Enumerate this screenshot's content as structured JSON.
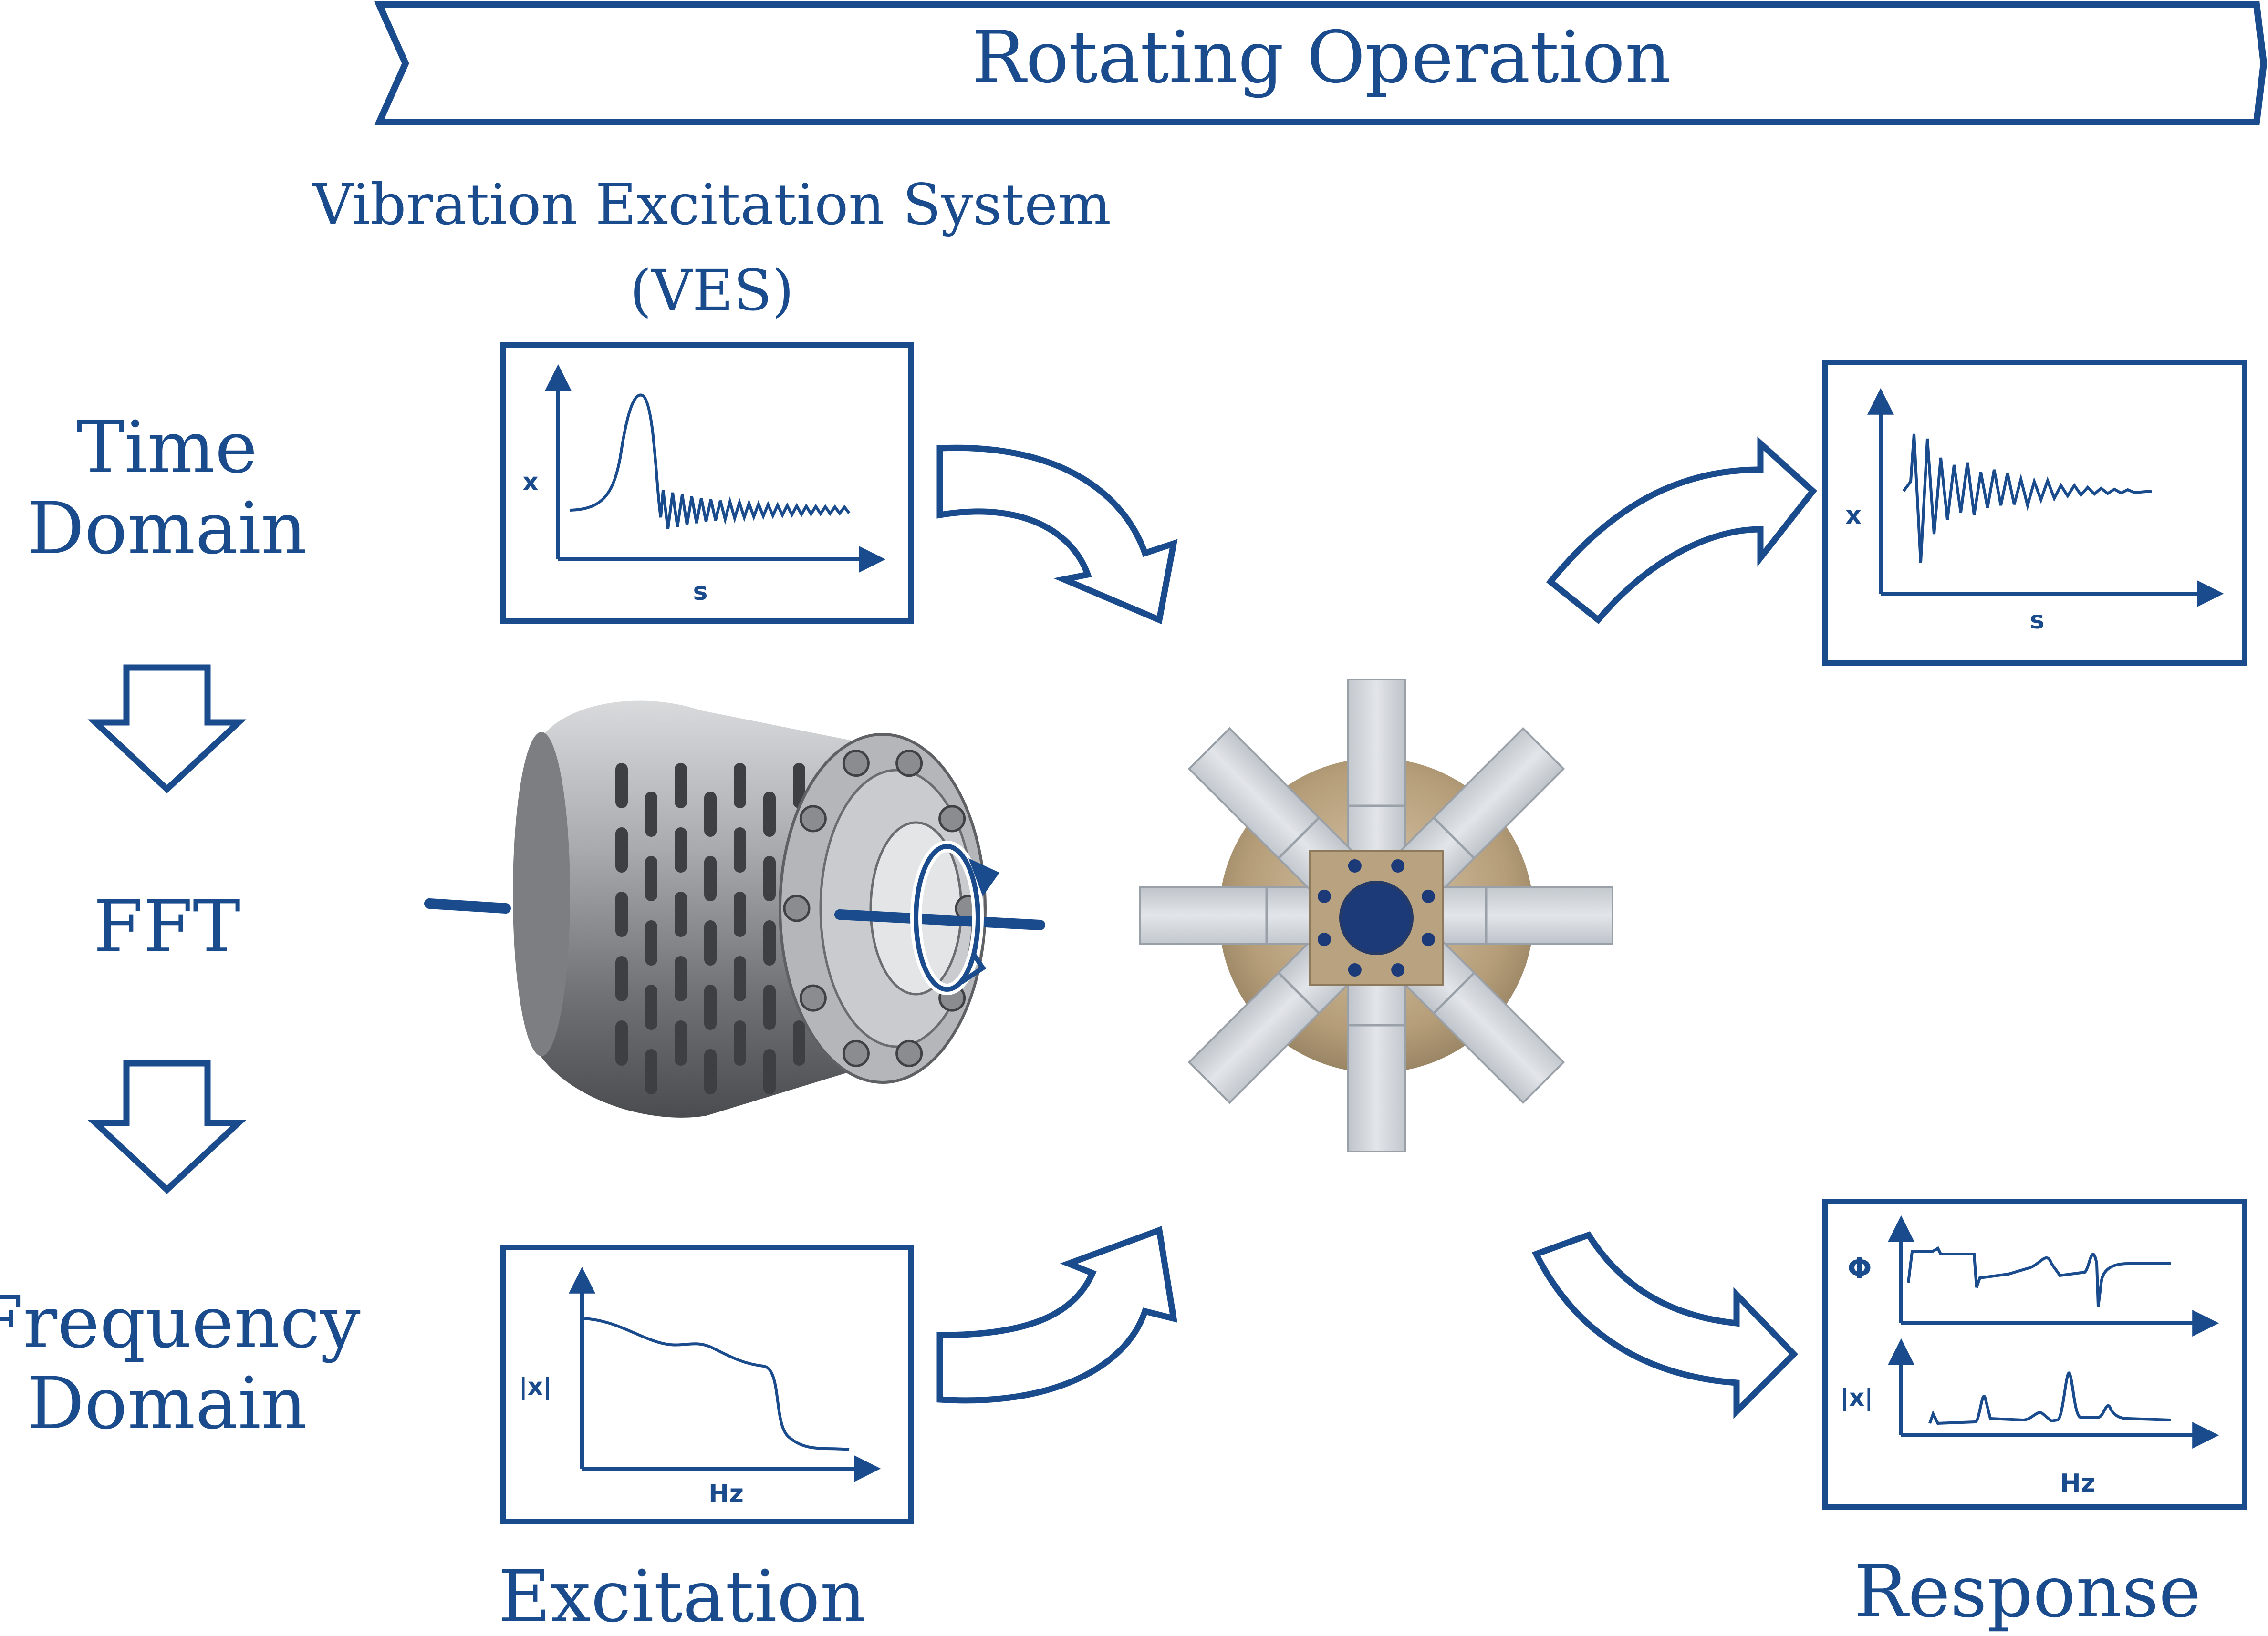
{
  "banner": {
    "text": "Rotating Operation"
  },
  "ves": {
    "line1": "Vibration Excitation System",
    "line2": "(VES)"
  },
  "left_column": {
    "time_line1": "Time",
    "time_line2": "Domain",
    "fft": "FFT",
    "freq_line1": "Frequency",
    "freq_line2": "Domain"
  },
  "captions": {
    "excitation": "Excitation",
    "response": "Response"
  },
  "plots": {
    "exc_time": {
      "ylabel": "x",
      "xlabel": "s"
    },
    "resp_time": {
      "ylabel": "x",
      "xlabel": "s"
    },
    "exc_freq": {
      "ylabel": "|x|",
      "xlabel": "Hz"
    },
    "resp_freq": {
      "ylabel_phase": "Φ",
      "ylabel_mag": "|x|",
      "xlabel": "Hz"
    }
  },
  "colors": {
    "primary": "#1a4b8c",
    "metal": "#9a9ca0",
    "blade": "#cfd3d8",
    "hub": "#c2ad8e"
  },
  "icons": [
    "down-arrow-icon",
    "curved-arrow-icon",
    "rotation-arrow-icon"
  ]
}
